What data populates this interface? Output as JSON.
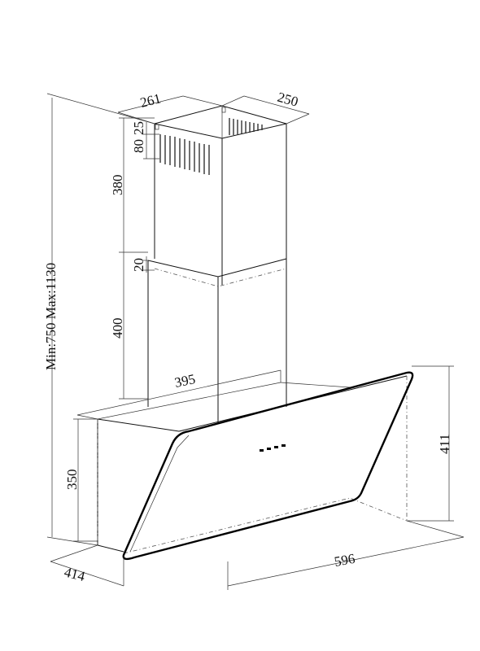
{
  "drawing": {
    "labels": {
      "total_height": "Min:750 Max:1130",
      "chimney_depth": "261",
      "chimney_width": "250",
      "upper_chimney_height": "380",
      "vent_height": "80",
      "vent_offset": "25",
      "overlap": "20",
      "lower_chimney_height": "400",
      "hood_top_depth": "395",
      "hood_side_height": "350",
      "glass_height": "411",
      "hood_depth": "414",
      "hood_width": "596"
    }
  }
}
